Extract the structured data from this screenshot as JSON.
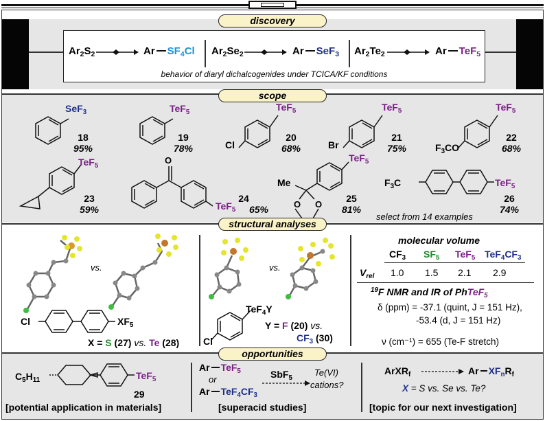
{
  "sections": {
    "discovery": "discovery",
    "scope": "scope",
    "structural": "structural analyses",
    "opportunities": "opportunities"
  },
  "discovery": {
    "s_reactant": "Ar",
    "s_reactant_sub": "2",
    "s_reactant_el": "S",
    "s_reactant_el_sub": "2",
    "s_product_ar": "Ar",
    "s_product_group": "SF",
    "s_product_group_sub": "4",
    "s_product_group_end": "Cl",
    "se_reactant": "Ar",
    "se_reactant_sub": "2",
    "se_reactant_el": "Se",
    "se_reactant_el_sub": "2",
    "se_product_ar": "Ar",
    "se_product_group": "SeF",
    "se_product_group_sub": "3",
    "te_reactant": "Ar",
    "te_reactant_sub": "2",
    "te_reactant_el": "Te",
    "te_reactant_el_sub": "2",
    "te_product_ar": "Ar",
    "te_product_group": "TeF",
    "te_product_group_sub": "5",
    "caption": "behavior of diaryl dichalcogenides under TCICA/KF conditions"
  },
  "scope": {
    "compounds": [
      {
        "id": "18",
        "yield": "95%",
        "group": "SeF",
        "group_sub": "3"
      },
      {
        "id": "19",
        "yield": "78%",
        "group": "TeF",
        "group_sub": "5"
      },
      {
        "id": "20",
        "yield": "68%",
        "group": "TeF",
        "group_sub": "5",
        "sub": "Cl"
      },
      {
        "id": "21",
        "yield": "75%",
        "group": "TeF",
        "group_sub": "5",
        "sub": "Br"
      },
      {
        "id": "22",
        "yield": "68%",
        "group": "TeF",
        "group_sub": "5",
        "sub_a": "F",
        "sub_a_sub": "3",
        "sub_b": "CO"
      },
      {
        "id": "23",
        "yield": "59%",
        "group": "TeF",
        "group_sub": "5"
      },
      {
        "id": "24",
        "yield": "65%",
        "group": "TeF",
        "group_sub": "5",
        "o_label": "O"
      },
      {
        "id": "25",
        "yield": "81%",
        "group": "TeF",
        "group_sub": "5",
        "me": "Me",
        "o1": "O",
        "o2": "O"
      },
      {
        "id": "26",
        "yield": "74%",
        "group": "TeF",
        "group_sub": "5",
        "sub_a": "F",
        "sub_a_sub": "3",
        "sub_b": "C"
      }
    ],
    "note": "select from 14 examples"
  },
  "structural": {
    "vs1": "vs.",
    "vs2": "vs.",
    "biaryl_cl": "Cl",
    "biaryl_group": "XF",
    "biaryl_group_sub": "5",
    "x_label_pre": "X = ",
    "x_s": "S",
    "x_s_num": " (27) ",
    "x_vs": "vs.",
    "x_te": "Te",
    "x_te_num": " (28)",
    "aryl_cl": "Cl",
    "aryl_group": "TeF",
    "aryl_group_sub": "4",
    "aryl_group_end": "Y",
    "y_pre": "Y = ",
    "y_f": "F",
    "y_f_num": " (20) ",
    "y_vs": "vs.",
    "y_cf3": "CF",
    "y_cf3_sub": "3",
    "y_cf3_num": " (30)",
    "mv_title": "molecular volume",
    "mv_headers": [
      {
        "main": "CF",
        "sub": "3"
      },
      {
        "main": "SF",
        "sub": "5"
      },
      {
        "main": "TeF",
        "sub": "5"
      },
      {
        "main": "TeF",
        "sub": "4",
        "end": "CF",
        "end_sub": "3"
      }
    ],
    "vrel_label": "V",
    "vrel_sub": "rel",
    "mv_values": [
      "1.0",
      "1.5",
      "2.1",
      "2.9"
    ],
    "nmr_sup": "19",
    "nmr_title": "F NMR and IR of Ph",
    "nmr_title_group": "TeF",
    "nmr_title_group_sub": "5",
    "nmr_line1": "δ (ppm) = -37.1 (quint, J = 151 Hz),",
    "nmr_line2": "-53.4 (d, J = 151 Hz)",
    "ir_line": "ν (cm⁻¹) = 655 (Te-F stretch)"
  },
  "opportunities": {
    "c5": "C",
    "c5_sub": "5",
    "c5_end": "H",
    "c5_end_sub": "11",
    "mat_group": "TeF",
    "mat_group_sub": "5",
    "mat_id": "29",
    "mat_caption": "[potential application in materials]",
    "sa_ar1": "Ar",
    "sa_group1": "TeF",
    "sa_group1_sub": "5",
    "sa_or": "or",
    "sa_ar2": "Ar",
    "sa_group2": "TeF",
    "sa_group2_sub": "4",
    "sa_group2_end": "CF",
    "sa_group2_end_sub": "3",
    "sa_reagent": "SbF",
    "sa_reagent_sub": "5",
    "sa_q1": "Te(VI)",
    "sa_q2": "cations?",
    "sa_caption": "[superacid studies]",
    "nx_reactant": "ArXR",
    "nx_reactant_sub": "f",
    "nx_product": "Ar",
    "nx_group": "XF",
    "nx_group_sub": "n",
    "nx_group_end": "R",
    "nx_group_end_sub": "f",
    "nx_q_x": "X",
    "nx_q_rest": " = S vs. Se vs. Te?",
    "nx_caption": "[topic for our next investigation]"
  }
}
